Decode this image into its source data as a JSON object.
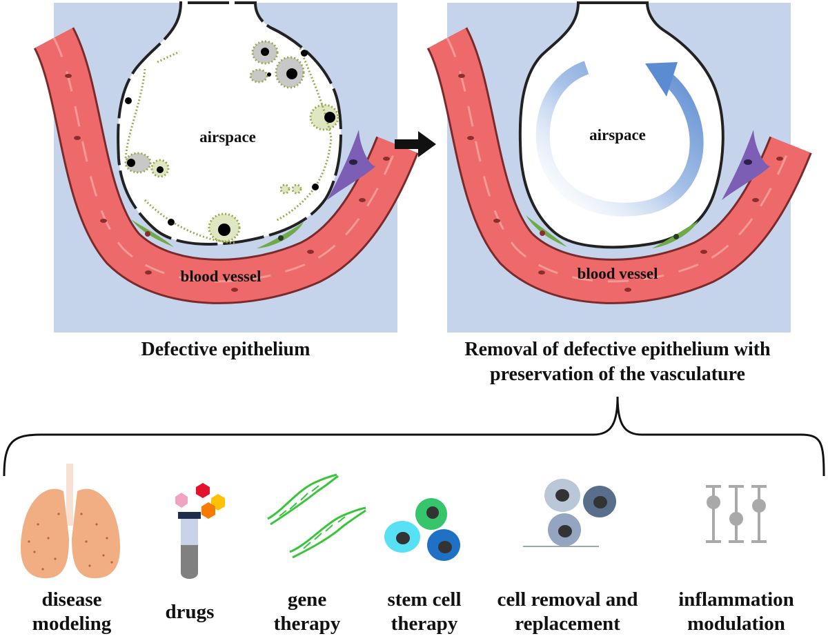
{
  "panels": {
    "left": {
      "caption": "Defective epithelium",
      "airspace_label": "airspace",
      "vessel_label": "blood vessel"
    },
    "right": {
      "caption_line1": "Removal of defective epithelium with",
      "caption_line2": "preservation of  the vasculature",
      "airspace_label": "airspace",
      "vessel_label": "blood vessel"
    }
  },
  "applications": [
    {
      "line1": "disease",
      "line2": "modeling",
      "icon": "lungs-icon"
    },
    {
      "line1": "drugs",
      "line2": "",
      "icon": "test-tube-molecules-icon"
    },
    {
      "line1": "gene",
      "line2": "therapy",
      "icon": "dna-helix-icon"
    },
    {
      "line1": "stem cell",
      "line2": "therapy",
      "icon": "stem-cells-icon"
    },
    {
      "line1": "cell removal and",
      "line2": "replacement",
      "icon": "cell-replacement-icon"
    },
    {
      "line1": "inflammation",
      "line2": "modulation",
      "icon": "modulation-sliders-icon"
    }
  ],
  "colors": {
    "interstitium": "#c5d4ea",
    "vessel": "#ee6a6a",
    "vessel_dark": "#a23b3b",
    "defective_cells": "#a9b85a",
    "flow_arrow": "#6f98d2",
    "fibroblast": "#6fa94a",
    "immune_cell": "#7c5fb4"
  }
}
